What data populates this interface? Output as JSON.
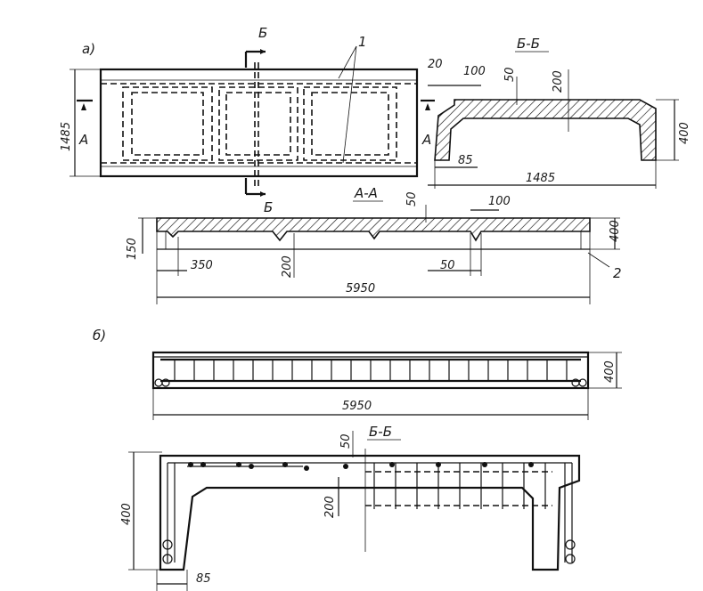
{
  "labels": {
    "part_a": "а)",
    "part_b": "б)",
    "callout_1": "1",
    "callout_2": "2",
    "section_bb_a": "Б-Б",
    "section_bb_b": "Б-Б",
    "section_aa": "А-А",
    "mark_b_top": "Б",
    "mark_b_bottom": "Б",
    "mark_a_left": "А",
    "mark_a_right": "А"
  },
  "dimensions": {
    "plan_width": "1485",
    "bb_20": "20",
    "bb_100": "100",
    "bb_50": "50",
    "bb_200": "200",
    "bb_400": "400",
    "bb_85": "85",
    "bb_1485": "1485",
    "aa_50": "50",
    "aa_100": "100",
    "aa_400": "400",
    "aa_150": "150",
    "aa_350": "350",
    "aa_200": "200",
    "aa_50b": "50",
    "aa_5950": "5950",
    "rb_400": "400",
    "rb_5950": "5950",
    "sec_50": "50",
    "sec_200": "200",
    "sec_400": "400",
    "sec_85": "85"
  }
}
